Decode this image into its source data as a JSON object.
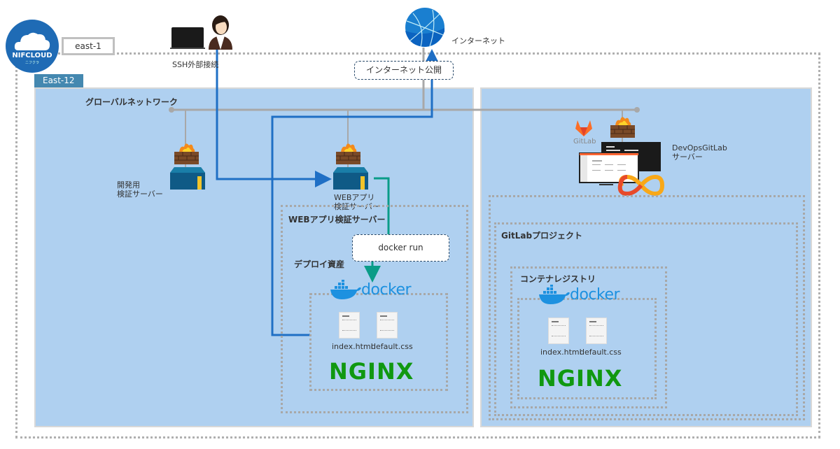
{
  "logo": {
    "name": "NIFCLOUD",
    "sub": "ニフクラ"
  },
  "region": {
    "label": "east-1"
  },
  "zone": {
    "label": "East-12"
  },
  "internet": {
    "label": "インターネット",
    "publish_label": "インターネット公開"
  },
  "ssh": {
    "label": "SSH外部接続"
  },
  "global_network": {
    "label": "グローバルネットワーク"
  },
  "dev_server": {
    "line1": "開発用",
    "line2": "検証サーバー"
  },
  "web_server": {
    "line1": "WEBアプリ",
    "line2": "検証サーバー"
  },
  "web_server_box": {
    "title": "WEBアプリ検証サーバー",
    "deploy_label": "デプロイ資産",
    "docker_run": "docker run"
  },
  "web_container": {
    "docker": "docker",
    "files": [
      "index.html",
      "default.css"
    ],
    "nginx": "NGINX"
  },
  "gitlab_server": {
    "logo_text": "GitLab",
    "line1": "DevOpsGitLab",
    "line2": "サーバー"
  },
  "gitlab_project": {
    "title": "GitLabプロジェクト",
    "registry": "コンテナレジストリ"
  },
  "registry_container": {
    "docker": "docker",
    "files": [
      "index.html",
      "default.css"
    ],
    "nginx": "NGINX"
  },
  "colors": {
    "zone": "#afd0f0",
    "blue_line": "#1f6fc5",
    "teal_line": "#0a9c88",
    "gray_line": "#a8a8a8",
    "docker": "#1d91e0",
    "nginx": "#109810"
  }
}
